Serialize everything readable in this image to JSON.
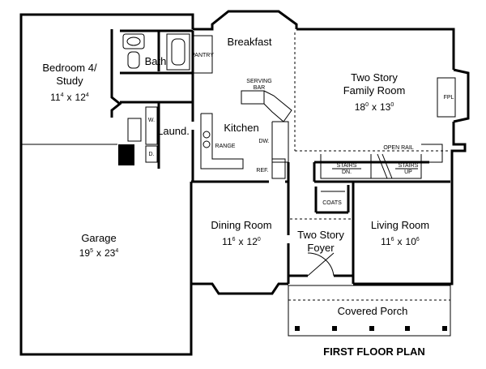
{
  "rooms": {
    "bedroom": {
      "name1": "Bedroom 4/",
      "name2": "Study",
      "w": "11",
      "w_sup": "4",
      "d": "12",
      "d_sup": "4"
    },
    "bath": {
      "name": "Bath"
    },
    "pantry": {
      "name": "PANTRY"
    },
    "breakfast": {
      "name": "Breakfast"
    },
    "family": {
      "name1": "Two Story",
      "name2": "Family Room",
      "w": "18",
      "w_sup": "0",
      "d": "13",
      "d_sup": "0"
    },
    "fpl": {
      "name": "FPL"
    },
    "laundry": {
      "name": "Laund.",
      "w": "W.",
      "d": "D."
    },
    "serving_bar": {
      "line1": "SERVING",
      "line2": "BAR"
    },
    "kitchen": {
      "name": "Kitchen",
      "range": "RANGE",
      "dw": "DW.",
      "ref": "REF."
    },
    "open_rail": {
      "name": "OPEN RAIL"
    },
    "stairs_dn": {
      "line1": "STAIRS",
      "line2": "DN."
    },
    "stairs_up": {
      "line1": "STAIRS",
      "line2": "UP"
    },
    "coats": {
      "name": "COATS"
    },
    "garage": {
      "name": "Garage",
      "w": "19",
      "w_sup": "5",
      "d": "23",
      "d_sup": "4"
    },
    "dining": {
      "name": "Dining Room",
      "w": "11",
      "w_sup": "6",
      "d": "12",
      "d_sup": "0"
    },
    "foyer": {
      "name1": "Two Story",
      "name2": "Foyer"
    },
    "living": {
      "name": "Living Room",
      "w": "11",
      "w_sup": "6",
      "d": "10",
      "d_sup": "6"
    },
    "porch": {
      "name": "Covered Porch"
    }
  },
  "x_sep": "x",
  "plan_title": "FIRST FLOOR PLAN"
}
